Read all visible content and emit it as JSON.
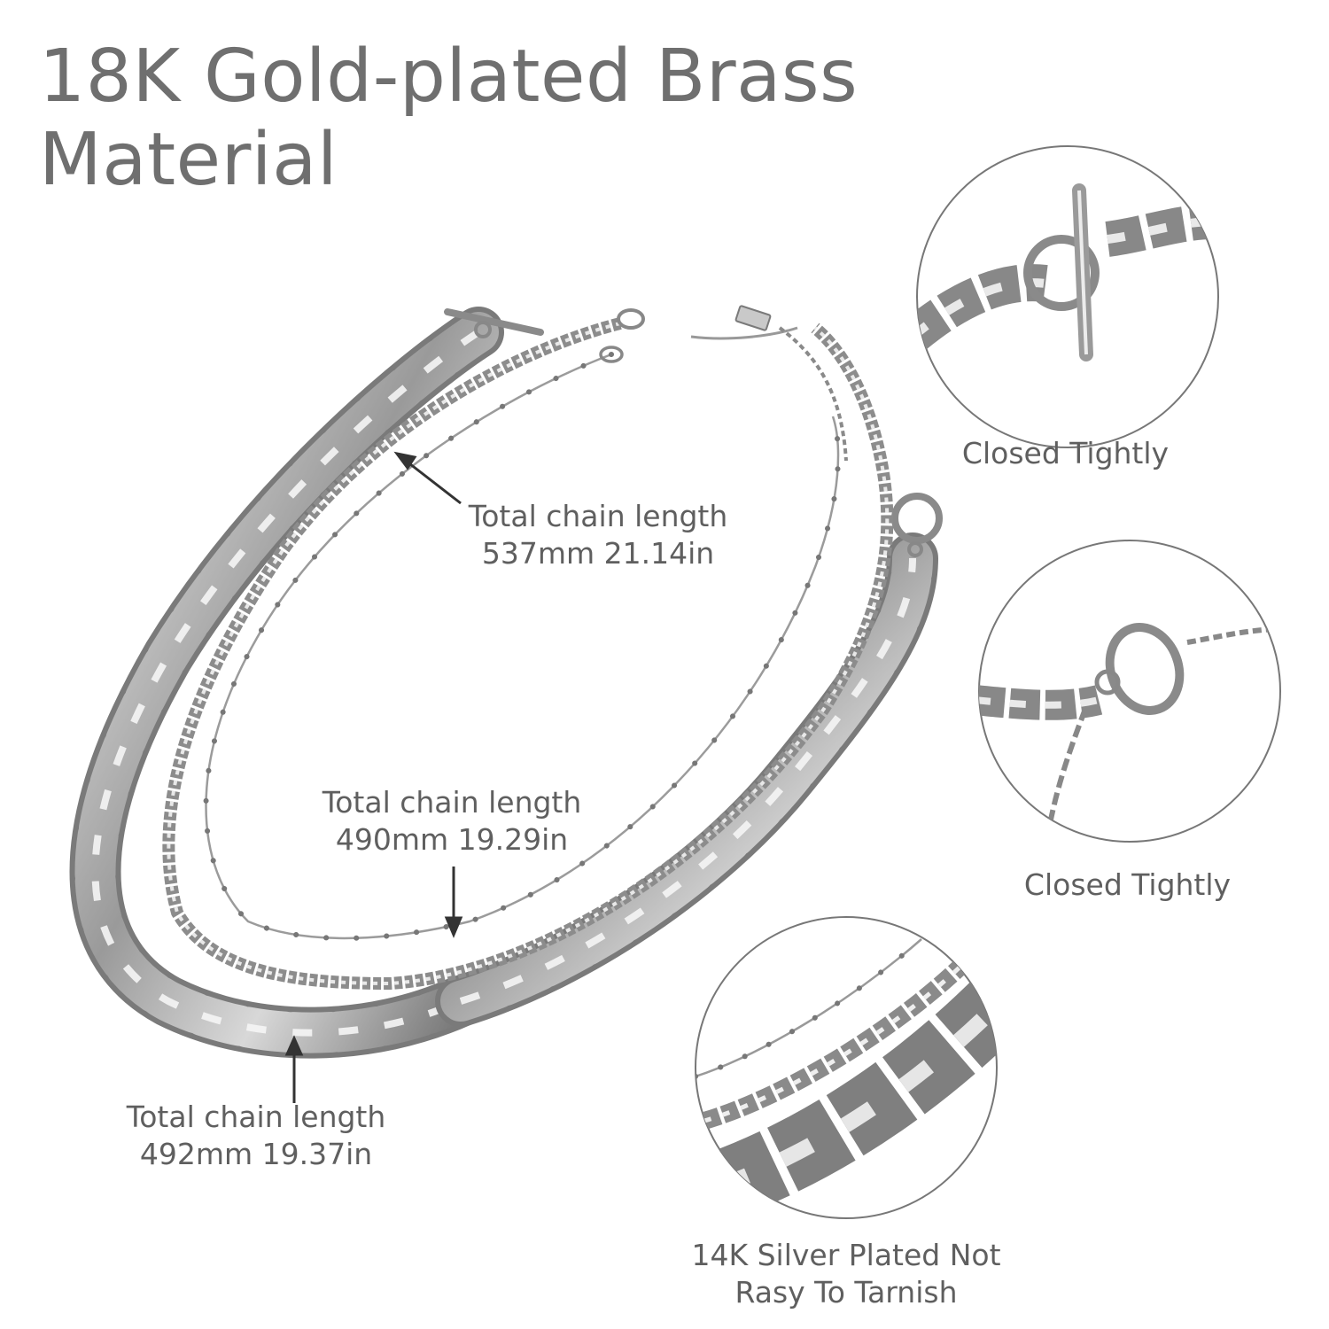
{
  "title": {
    "line1": "18K Gold-plated Brass",
    "line2": "Material"
  },
  "callouts": {
    "chain_537": {
      "line1": "Total chain length",
      "line2": "537mm 21.14in"
    },
    "chain_490": {
      "line1": "Total chain length",
      "line2": "490mm 19.29in"
    },
    "chain_492": {
      "line1": "Total chain length",
      "line2": "492mm 19.37in"
    }
  },
  "details": {
    "toggle_clasp": {
      "caption": "Closed Tightly"
    },
    "lobster_clasp": {
      "caption": "Closed Tightly"
    },
    "plating": {
      "line1": "14K Silver Plated Not",
      "line2": "Rasy To Tarnish"
    }
  },
  "colors": {
    "background": "#ffffff",
    "text": "#666666",
    "metal_dark": "#6e6e6e",
    "metal_mid": "#a9a9a9",
    "metal_light": "#e6e6e6",
    "circle_outline": "#777777"
  }
}
